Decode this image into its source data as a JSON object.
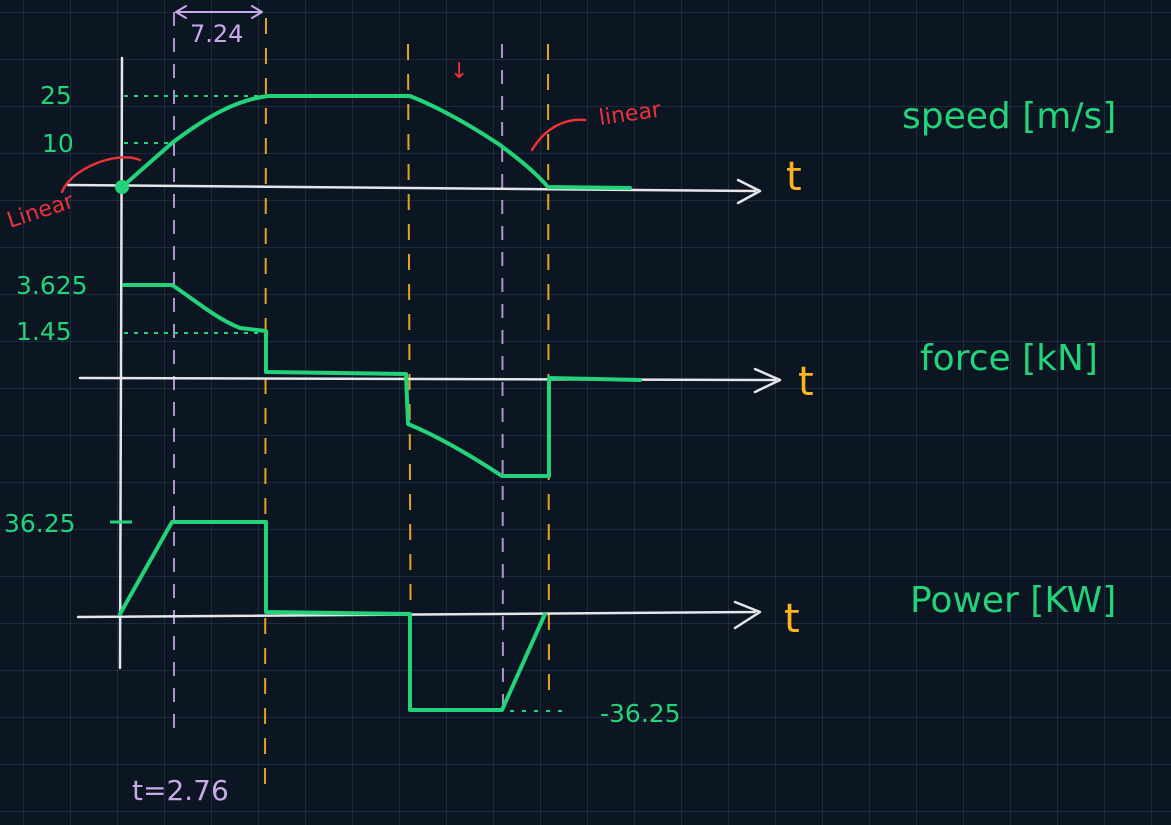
{
  "colors": {
    "background": "#0c1522",
    "grid": "#2a3a52",
    "axis": "#e6e6ea",
    "curve": "#22d37a",
    "annotation_red": "#e8333c",
    "divider_lilac": "#c9a9e8",
    "divider_orange": "#ffb31f"
  },
  "interval_label": "7.24",
  "time_label": "t=2.76",
  "speed": {
    "title": "speed [m/s]",
    "axis_letter": "t",
    "tick_top": "25",
    "tick_mid": "10",
    "note_left": "Linear",
    "note_right": "linear",
    "arrow_mark": "↓"
  },
  "force": {
    "title": "force [kN]",
    "axis_letter": "t",
    "tick_top": "3.625",
    "tick_mid": "1.45"
  },
  "power": {
    "title": "Power [KW]",
    "axis_letter": "t",
    "tick_pos": "36.25",
    "tick_neg": "-36.25"
  }
}
